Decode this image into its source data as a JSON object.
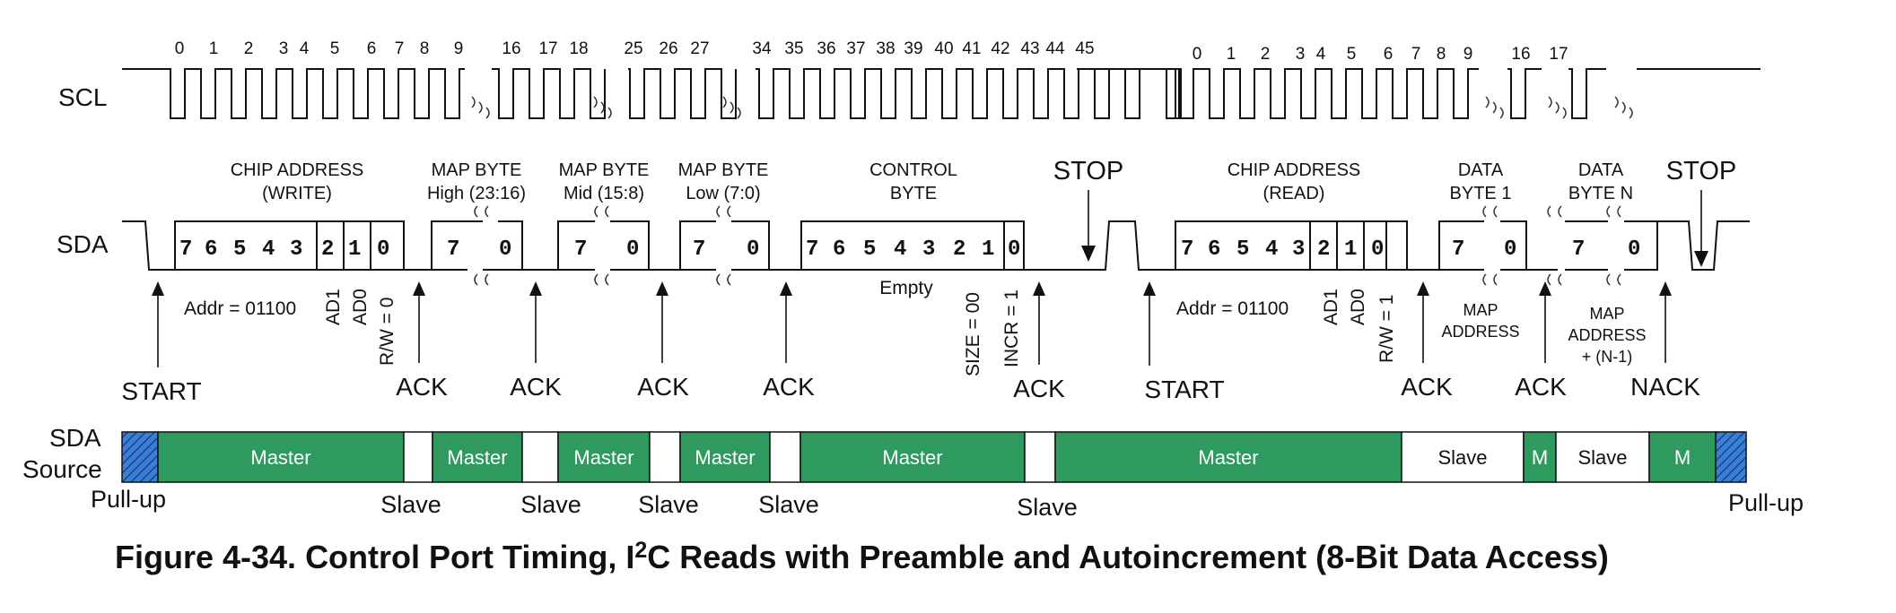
{
  "signals": {
    "scl": "SCL",
    "sda": "SDA",
    "sda_source_line1": "SDA",
    "sda_source_line2": "Source"
  },
  "clock_ticks": {
    "write": [
      "0",
      "1",
      "2",
      "3",
      "4",
      "5",
      "6",
      "7",
      "8",
      "9",
      "16",
      "17",
      "18",
      "25",
      "26",
      "27",
      "34",
      "35",
      "36",
      "37",
      "38",
      "39",
      "40",
      "41",
      "42",
      "43",
      "44",
      "45"
    ],
    "read": [
      "0",
      "1",
      "2",
      "3",
      "4",
      "5",
      "6",
      "7",
      "8",
      "9",
      "16",
      "17"
    ]
  },
  "fields": {
    "chip_write_l1": "CHIP ADDRESS",
    "chip_write_l2": "(WRITE)",
    "map_high_l1": "MAP BYTE",
    "map_high_l2": "High (23:16)",
    "map_mid_l1": "MAP BYTE",
    "map_mid_l2": "Mid (15:8)",
    "map_low_l1": "MAP BYTE",
    "map_low_l2": "Low (7:0)",
    "control_l1": "CONTROL",
    "control_l2": "BYTE",
    "stop1": "STOP",
    "chip_read_l1": "CHIP ADDRESS",
    "chip_read_l2": "(READ)",
    "data1_l1": "DATA",
    "data1_l2": "BYTE 1",
    "dataN_l1": "DATA",
    "dataN_l2": "BYTE N",
    "stop2": "STOP"
  },
  "bits": {
    "chip_write": [
      "7",
      "6",
      "5",
      "4",
      "3",
      "2",
      "1",
      "0"
    ],
    "byte_hi": "7",
    "byte_lo": "0",
    "control": [
      "7",
      "6",
      "5",
      "4",
      "3",
      "2",
      "1",
      "0"
    ],
    "chip_read": [
      "7",
      "6",
      "5",
      "4",
      "3",
      "2",
      "1",
      "0"
    ]
  },
  "annotations": {
    "addr_write": "Addr = 01100",
    "ad1_w": "AD1",
    "ad0_w": "AD0",
    "rw_write": "R/W = 0",
    "empty": "Empty",
    "size": "SIZE = 00",
    "incr": "INCR = 1",
    "addr_read": "Addr = 01100",
    "ad1_r": "AD1",
    "ad0_r": "AD0",
    "rw_read": "R/W = 1",
    "map_address_l1": "MAP",
    "map_address_l2": "ADDRESS",
    "map_address_n_l1": "MAP",
    "map_address_n_l2": "ADDRESS",
    "map_address_n_l3": "+ (N-1)"
  },
  "events": {
    "start1": "START",
    "ack1": "ACK",
    "ack2": "ACK",
    "ack3": "ACK",
    "ack4": "ACK",
    "ack5": "ACK",
    "start2": "START",
    "ack6": "ACK",
    "ack7": "ACK",
    "nack": "NACK"
  },
  "source_bar": {
    "segments": [
      "Master",
      "Master",
      "Master",
      "Master",
      "Master",
      "Master",
      "Slave",
      "M",
      "Slave",
      "M"
    ],
    "below": {
      "pullup_left": "Pull-up",
      "slave1": "Slave",
      "slave2": "Slave",
      "slave3": "Slave",
      "slave4": "Slave",
      "slave5": "Slave",
      "pullup_right": "Pull-up"
    }
  },
  "colors": {
    "master": "#2e9a5e",
    "slave": "#ffffff",
    "pullup": "#3a7fd5",
    "line": "#111111"
  },
  "caption": {
    "prefix": "Figure 4-34. Control Port Timing, I",
    "superscript": "2",
    "suffix": "C Reads with Preamble and Autoincrement (8-Bit Data Access)"
  }
}
